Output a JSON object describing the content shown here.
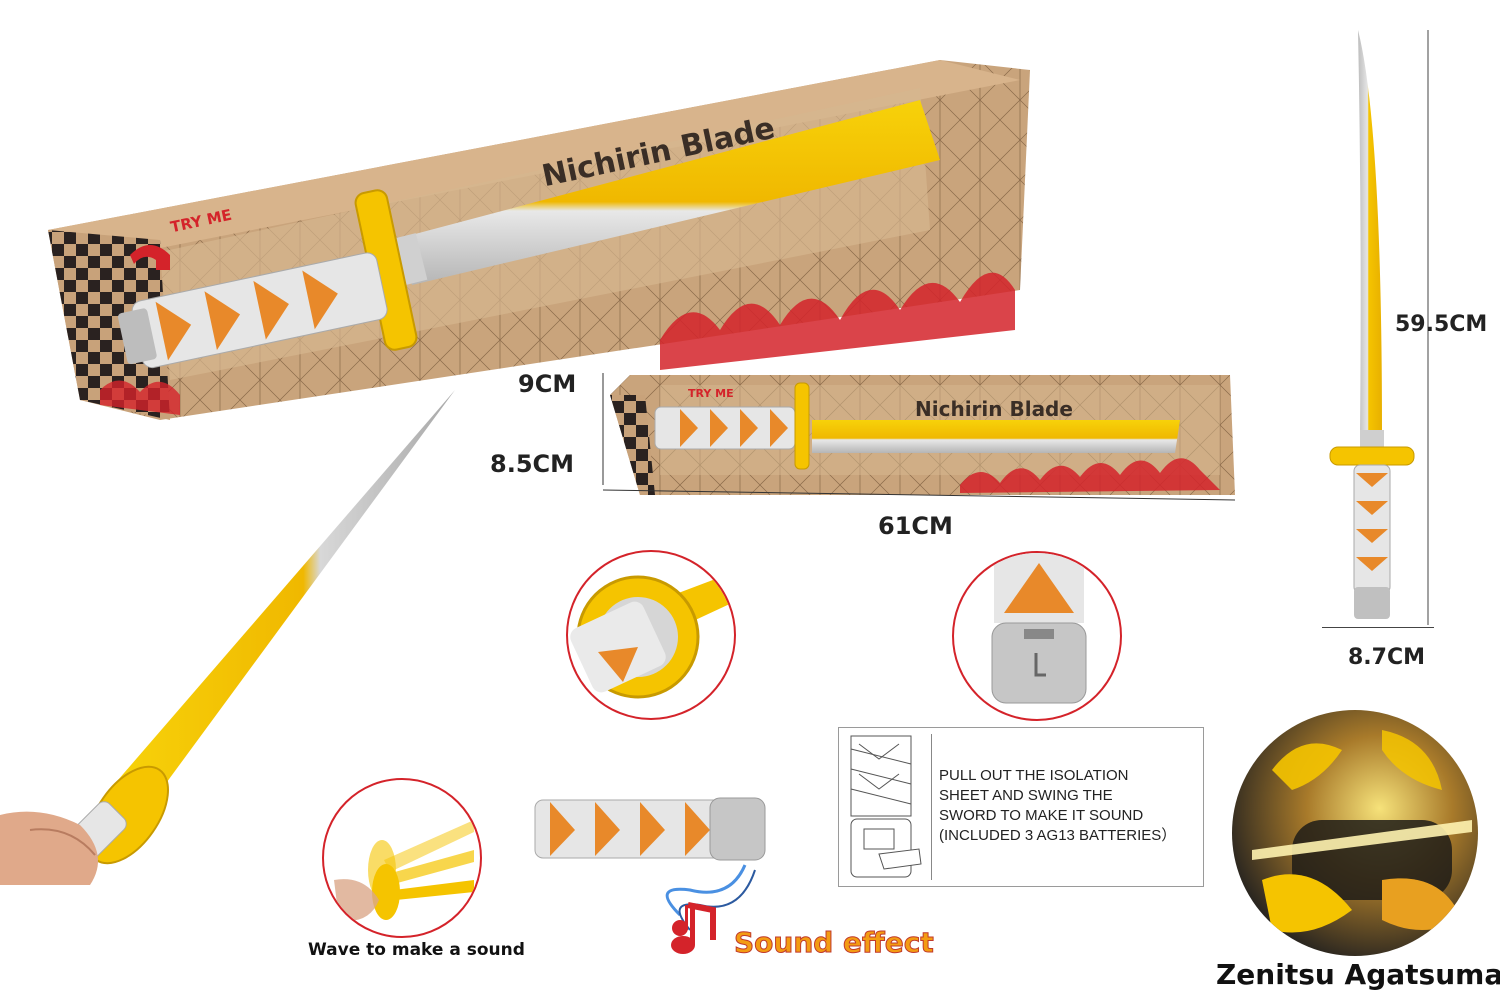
{
  "box": {
    "title": "Nichirin Blade",
    "try_me": "TRY ME"
  },
  "dimensions": {
    "height_top": "9CM",
    "height_bottom": "8.5CM",
    "length": "61CM",
    "sword_length": "59.5CM",
    "guard_width": "8.7CM"
  },
  "captions": {
    "wave": "Wave to make a sound",
    "sound_effect": "Sound effect"
  },
  "instructions": {
    "line1": "PULL OUT THE ISOLATION",
    "line2": "SHEET AND SWING THE",
    "line3": "SWORD TO MAKE IT SOUND",
    "line4": "(INCLUDED 3 AG13 BATTERIES）"
  },
  "character": {
    "name": "Zenitsu Agatsuma"
  },
  "colors": {
    "blade_yellow": "#f5c400",
    "blade_silver": "#c8c8c8",
    "cardboard": "#c8a27a",
    "accent_red": "#d4232a",
    "orange": "#e8892a"
  }
}
